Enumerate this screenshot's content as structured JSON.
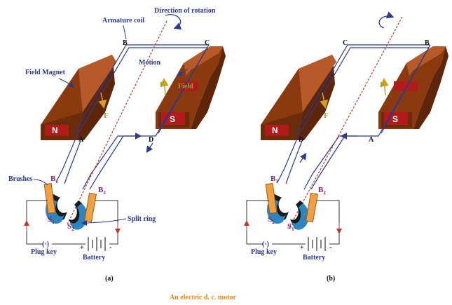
{
  "caption": "An electric d. c. motor",
  "colors": {
    "magnet": "#8b3a10",
    "magnet_dark": "#5e2508",
    "magnet_light": "#b55a28",
    "pole_plate": "#b31b1b",
    "wire": "#2b3990",
    "brush": "#f0a040",
    "ring": "#2e86c1",
    "axis": "#c0392b",
    "force": "#7ab02a",
    "circuit": "#333333",
    "caption": "#e8861a"
  },
  "diagram_a": {
    "sublabel": "(a)",
    "armature_coil": "Armature coil",
    "direction_of_rotation": "Direction of rotation",
    "field_magnet": "Field Magnet",
    "motion": "Motion",
    "field": "Field",
    "north": "N",
    "south": "S",
    "force_left": "F",
    "force_right": "F",
    "corner_top_left": "B",
    "corner_top_right": "C",
    "corner_bottom_left": "A",
    "corner_bottom_right": "D",
    "brushes": "Brushes",
    "brush1": "B",
    "brush1_sub": "1",
    "brush2": "B",
    "brush2_sub": "2",
    "ring1": "S",
    "ring1_sub": "1",
    "ring2": "S",
    "ring2_sub": "2",
    "split_ring": "Split ring",
    "plug_key": "Plug key",
    "plug_symbol": "(·)",
    "battery": "Battery",
    "plus": "+",
    "minus": "-"
  },
  "diagram_b": {
    "sublabel": "(b)",
    "north": "N",
    "south": "S",
    "force_left": "F",
    "force_right": "F",
    "corner_top_left": "C",
    "corner_top_right": "B",
    "corner_bottom_left": "D",
    "corner_bottom_right": "A",
    "brush1": "B",
    "brush1_sub": "1",
    "brush2": "B",
    "brush2_sub": "2",
    "ring1": "S",
    "ring1_sub": "2",
    "ring2": "S",
    "ring2_sub": "1",
    "plug_key": "Plug key",
    "plug_symbol": "(·)",
    "battery": "Battery",
    "plus": "+",
    "minus": "-"
  }
}
